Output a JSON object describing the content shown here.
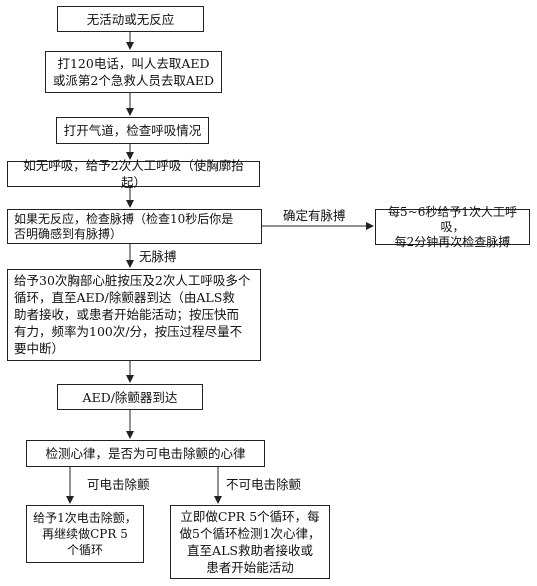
{
  "nodes": {
    "start": "无活动或无反应",
    "call": "打120电话，叫人去取AED\n或派第2个急救人员去取AED",
    "airway": "打开气道，检查呼吸情况",
    "breaths": "如无呼吸，给予2次人工呼吸（使胸廓抬起）",
    "pulse_check": "如果无反应，检查脉搏（检查10秒后你是\n否明确感到有脉搏）",
    "pulse_yes_action": "每5~6秒给予1次人工呼吸，\n每2分钟再次检查脉搏",
    "cpr": "给予30次胸部心脏按压及2次人工呼吸多个\n循环，直至AED/除颤器到达（由ALS救\n助者接收，或患者开始能活动；按压快而\n有力，频率为100次/分，按压过程尽量不\n要中断）",
    "aed": "AED/除颤器到达",
    "rhythm": "检测心律，是否为可电击除颤的心律",
    "shock": "给予1次电击除颤，\n再继续做CPR 5\n个循环",
    "no_shock": "立即做CPR 5个循环，每\n做5个循环检测1次心律，\n直至ALS救助者接收或\n患者开始能活动"
  },
  "edge_labels": {
    "pulse_yes": "确定有脉搏",
    "pulse_no": "无脉搏",
    "shockable": "可电击除颤",
    "not_shockable": "不可电击除颤"
  }
}
